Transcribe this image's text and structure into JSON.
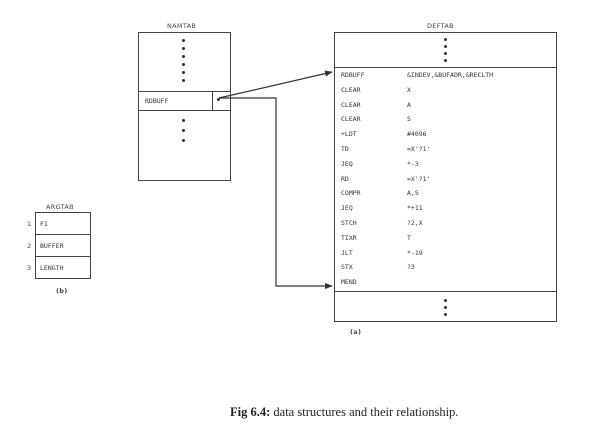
{
  "namtab": {
    "title": "NAMTAB",
    "entry": "RDBUFF"
  },
  "deftab": {
    "title": "DEFTAB",
    "rows": [
      {
        "op": "RDBUFF",
        "arg": "&INDEV,&BUFADR,&RECLTH"
      },
      {
        "op": "CLEAR",
        "arg": "X"
      },
      {
        "op": "CLEAR",
        "arg": "A"
      },
      {
        "op": "CLEAR",
        "arg": "S"
      },
      {
        "op": "+LDT",
        "arg": "#4096"
      },
      {
        "op": "TD",
        "arg": "=X'?1'"
      },
      {
        "op": "JEQ",
        "arg": "*-3"
      },
      {
        "op": "RD",
        "arg": "=X'?1'"
      },
      {
        "op": "COMPR",
        "arg": "A,S"
      },
      {
        "op": "JEQ",
        "arg": "*+11"
      },
      {
        "op": "STCH",
        "arg": "?2,X"
      },
      {
        "op": "TIXR",
        "arg": "T"
      },
      {
        "op": "JLT",
        "arg": "*-19"
      },
      {
        "op": "STX",
        "arg": "?3"
      },
      {
        "op": "MEND",
        "arg": ""
      }
    ],
    "sublabel": "(a)"
  },
  "argtab": {
    "title": "ARGTAB",
    "rows": [
      {
        "index": "1",
        "value": "F1"
      },
      {
        "index": "2",
        "value": "BUFFER"
      },
      {
        "index": "3",
        "value": "LENGTH"
      }
    ],
    "sublabel": "(b)"
  },
  "caption": {
    "bold": "Fig 6.4:",
    "text": " data structures and their relationship."
  }
}
